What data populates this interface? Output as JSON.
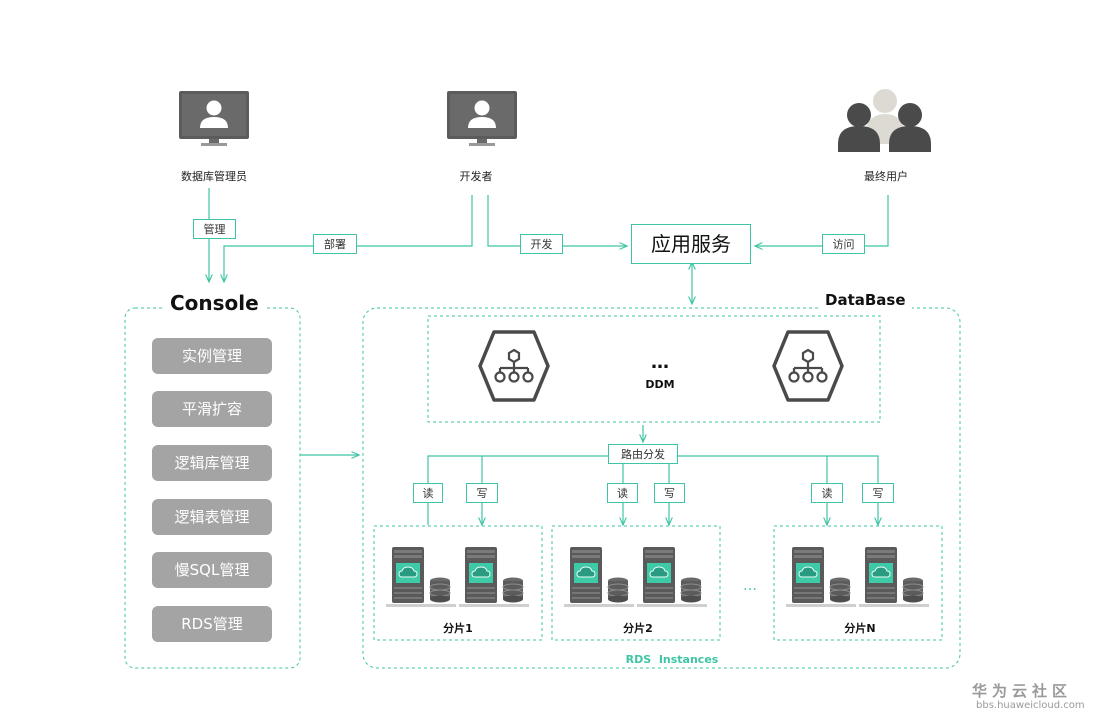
{
  "actors": {
    "dba": {
      "label": "数据库管理员",
      "icon": "monitor-user-icon"
    },
    "developer": {
      "label": "开发者",
      "icon": "monitor-user-icon"
    },
    "end_users": {
      "label": "最终用户",
      "icon": "user-group-icon"
    }
  },
  "edges": {
    "manage": "管理",
    "deploy": "部署",
    "develop": "开发",
    "access": "访问",
    "routing": "路由分发",
    "read": "读",
    "write": "写"
  },
  "app_service": "应用服务",
  "console": {
    "title": "Console",
    "items": [
      "实例管理",
      "平滑扩容",
      "逻辑库管理",
      "逻辑表管理",
      "慢SQL管理",
      "RDS管理"
    ]
  },
  "database": {
    "title": "DataBase",
    "ddm_label": "DDM",
    "ddm_ellipsis": "…",
    "shard_ellipsis": "…",
    "shards": [
      "分片1",
      "分片2",
      "分片N"
    ],
    "rds_label": "RDS  Instances",
    "ddm_icon": "hexagon-hierarchy-icon",
    "server_icon": "server-database-icon"
  },
  "watermark": {
    "main": "华为云社区",
    "sub": "bbs.huaweicloud.com"
  },
  "colors": {
    "accent": "#3fc5a5",
    "button_gray": "#a4a4a4",
    "icon_dark": "#4a4a4a",
    "server_green": "#3ec9a7"
  }
}
